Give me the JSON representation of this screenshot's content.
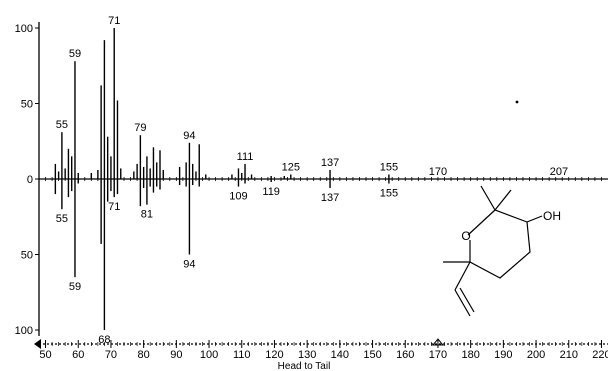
{
  "chart_data": {
    "type": "bar",
    "subtype": "head-to-tail mass spectrum",
    "title": "",
    "xlabel": "Head to Tail",
    "ylabel": "",
    "xlim": [
      48,
      222
    ],
    "ylim": [
      -100,
      100
    ],
    "x_ticks": [
      50,
      60,
      70,
      80,
      90,
      100,
      110,
      120,
      130,
      140,
      150,
      160,
      170,
      180,
      190,
      200,
      210,
      220
    ],
    "y_ticks": [
      {
        "value": 100,
        "label": "100"
      },
      {
        "value": 50,
        "label": "50"
      },
      {
        "value": 0,
        "label": "0"
      },
      {
        "value": -50,
        "label": "50"
      },
      {
        "value": -100,
        "label": "100"
      }
    ],
    "grid": false,
    "series": [
      {
        "direction": "head",
        "peaks": [
          [
            53,
            10
          ],
          [
            54,
            5
          ],
          [
            55,
            31
          ],
          [
            56,
            7
          ],
          [
            57,
            20
          ],
          [
            58,
            15
          ],
          [
            59,
            78
          ],
          [
            60,
            4
          ],
          [
            64,
            4
          ],
          [
            66,
            6
          ],
          [
            67,
            62
          ],
          [
            68,
            92
          ],
          [
            69,
            28
          ],
          [
            70,
            15
          ],
          [
            71,
            100
          ],
          [
            72,
            52
          ],
          [
            73,
            7
          ],
          [
            77,
            5
          ],
          [
            78,
            10
          ],
          [
            79,
            29
          ],
          [
            80,
            8
          ],
          [
            81,
            15
          ],
          [
            82,
            7
          ],
          [
            83,
            21
          ],
          [
            84,
            11
          ],
          [
            85,
            19
          ],
          [
            86,
            6
          ],
          [
            91,
            8
          ],
          [
            93,
            11
          ],
          [
            94,
            24
          ],
          [
            95,
            10
          ],
          [
            96,
            5
          ],
          [
            97,
            23
          ],
          [
            99,
            3
          ],
          [
            107,
            3
          ],
          [
            109,
            7
          ],
          [
            110,
            4
          ],
          [
            111,
            10
          ],
          [
            113,
            3
          ],
          [
            119,
            2
          ],
          [
            123,
            2
          ],
          [
            125,
            3
          ],
          [
            137,
            6
          ],
          [
            155,
            3
          ]
        ],
        "labels": [
          {
            "mz": 55,
            "value": 31,
            "text": "55"
          },
          {
            "mz": 59,
            "value": 78,
            "text": "59"
          },
          {
            "mz": 71,
            "value": 100,
            "text": "71"
          },
          {
            "mz": 79,
            "value": 29,
            "text": "79"
          },
          {
            "mz": 94,
            "value": 24,
            "text": "94"
          },
          {
            "mz": 111,
            "value": 10,
            "text": "111"
          },
          {
            "mz": 125,
            "value": 3,
            "text": "125"
          },
          {
            "mz": 137,
            "value": 6,
            "text": "137"
          },
          {
            "mz": 155,
            "value": 3,
            "text": "155"
          },
          {
            "mz": 170,
            "value": 0,
            "text": "170"
          },
          {
            "mz": 207,
            "value": 0,
            "text": "207"
          }
        ]
      },
      {
        "direction": "tail",
        "peaks": [
          [
            53,
            10
          ],
          [
            55,
            20
          ],
          [
            57,
            12
          ],
          [
            58,
            8
          ],
          [
            59,
            65
          ],
          [
            60,
            3
          ],
          [
            67,
            43
          ],
          [
            68,
            100
          ],
          [
            69,
            15
          ],
          [
            70,
            8
          ],
          [
            71,
            12
          ],
          [
            72,
            10
          ],
          [
            79,
            18
          ],
          [
            80,
            6
          ],
          [
            81,
            17
          ],
          [
            82,
            5
          ],
          [
            83,
            9
          ],
          [
            84,
            5
          ],
          [
            85,
            7
          ],
          [
            91,
            4
          ],
          [
            93,
            5
          ],
          [
            94,
            50
          ],
          [
            95,
            4
          ],
          [
            97,
            5
          ],
          [
            109,
            5
          ],
          [
            111,
            3
          ],
          [
            119,
            2
          ],
          [
            137,
            6
          ],
          [
            155,
            3
          ]
        ],
        "labels": [
          {
            "mz": 55,
            "value": 20,
            "text": "55"
          },
          {
            "mz": 59,
            "value": 65,
            "text": "59"
          },
          {
            "mz": 68,
            "value": 100,
            "text": "68"
          },
          {
            "mz": 71,
            "value": 12,
            "text": "71"
          },
          {
            "mz": 81,
            "value": 17,
            "text": "81"
          },
          {
            "mz": 94,
            "value": 50,
            "text": "94"
          },
          {
            "mz": 109,
            "value": 5,
            "text": "109"
          },
          {
            "mz": 119,
            "value": 2,
            "text": "119"
          },
          {
            "mz": 137,
            "value": 6,
            "text": "137"
          },
          {
            "mz": 155,
            "value": 3,
            "text": "155"
          }
        ]
      }
    ],
    "annotations": {
      "structure_label": "OH",
      "ring_atom_label": "O"
    }
  }
}
